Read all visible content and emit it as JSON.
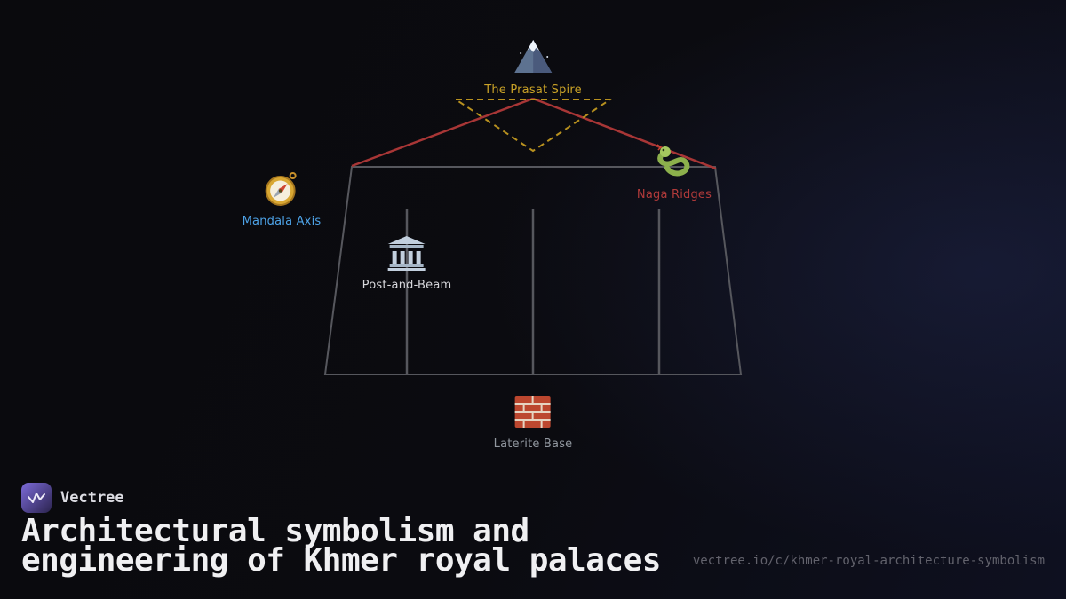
{
  "diagram": {
    "structure_color": "#56575d",
    "roof_color": "#a83636",
    "guide_color": "#b8911f",
    "nodes": [
      {
        "id": "prasat-spire",
        "label": "The Prasat Spire",
        "color": "#c9a227"
      },
      {
        "id": "mandala-axis",
        "label": "Mandala Axis",
        "color": "#4da3e8"
      },
      {
        "id": "naga-ridges",
        "label": "Naga Ridges",
        "color": "#b03a3a"
      },
      {
        "id": "post-and-beam",
        "label": "Post-and-Beam",
        "color": "#d8d8dc"
      },
      {
        "id": "laterite-base",
        "label": "Laterite Base",
        "color": "#9298a0"
      }
    ]
  },
  "footer": {
    "brand": "Vectree",
    "title_line1": "Architectural symbolism and",
    "title_line2": "engineering of Khmer royal palaces",
    "url": "vectree.io/c/khmer-royal-architecture-symbolism"
  }
}
